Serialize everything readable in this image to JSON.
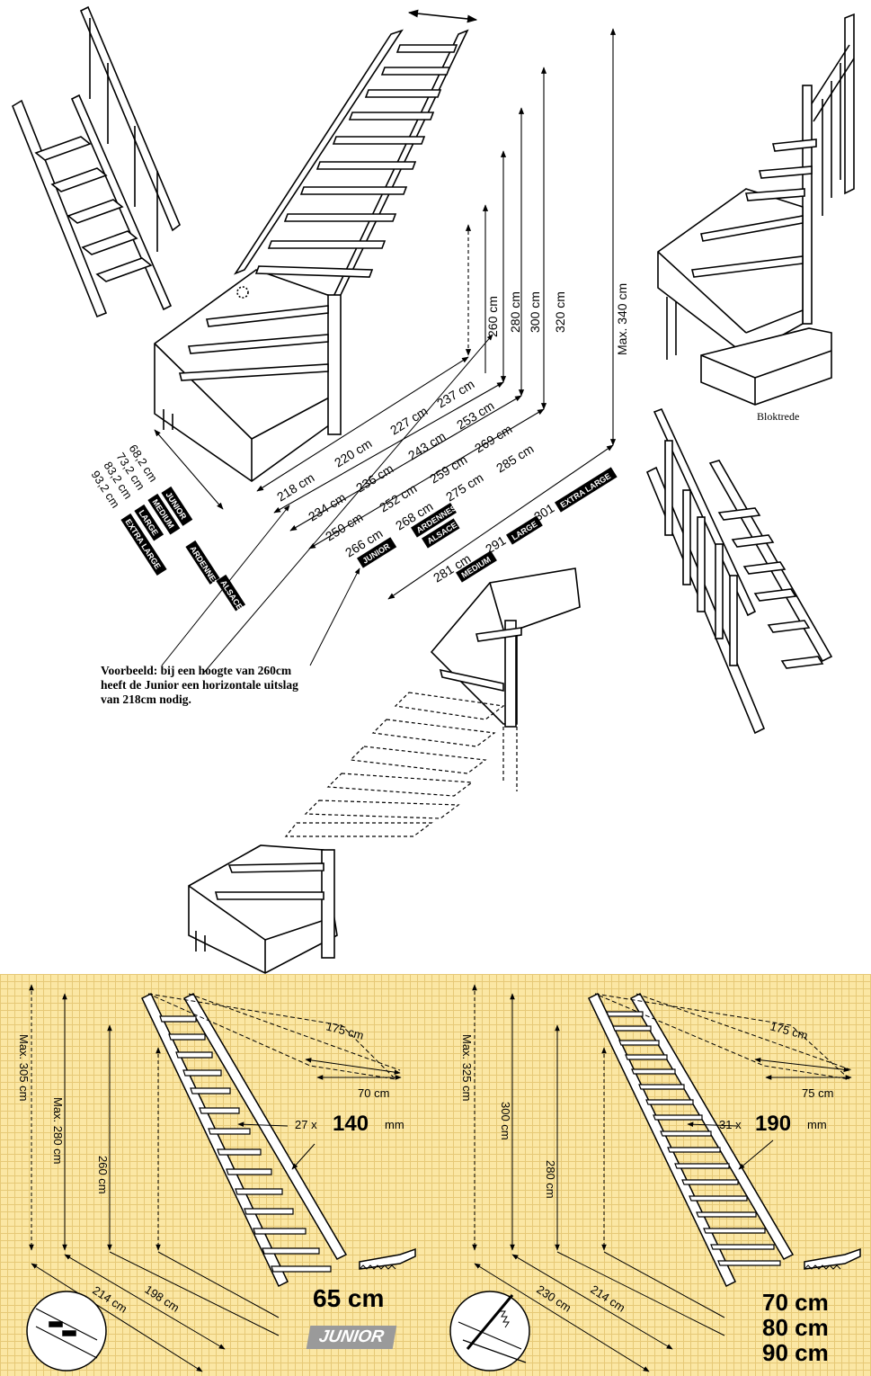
{
  "stair_heights": {
    "junior": "260 cm",
    "medium": "280 cm",
    "large": "300 cm",
    "extra_large": "320 cm",
    "max": "Max. 340 cm"
  },
  "stair_widths": [
    "68,2 cm",
    "73,2 cm",
    "83,2 cm",
    "93,2 cm"
  ],
  "width_models": [
    "JUNIOR",
    "MEDIUM",
    "LARGE",
    "EXTRA LARGE"
  ],
  "side_models": [
    "ARDENNES",
    "ALSACE"
  ],
  "horizontal_rows": [
    [
      "218 cm",
      "220 cm",
      "227 cm",
      "237 cm"
    ],
    [
      "234 cm",
      "236 cm",
      "243 cm",
      "253 cm"
    ],
    [
      "250 cm",
      "252 cm",
      "259 cm",
      "269 cm"
    ],
    [
      "266 cm",
      "268 cm",
      "275 cm",
      "285 cm"
    ],
    [
      "281 cm",
      "291 cm",
      "301 cm"
    ]
  ],
  "horizontal_badges": [
    "JUNIOR",
    "ARDENNES",
    "ALSACE",
    "MEDIUM",
    "LARGE",
    "EXTRA LARGE"
  ],
  "example_note": [
    "Voorbeeld: bij een hoogte van 260cm",
    "heeft de Junior een horizontale uitslag",
    "van 218cm nodig."
  ],
  "bloktrede_label": "Bloktrede",
  "ladder_left": {
    "max_outer": "Max. 305 cm",
    "max_inner": "Max. 280 cm",
    "height": "260 cm",
    "opening_length": "175 cm",
    "opening_width": "70 cm",
    "tread_count": "27 x",
    "tread_depth": "140",
    "tread_unit": "mm",
    "run_outer": "214 cm",
    "run_inner": "198 cm",
    "width": "65 cm",
    "model": "JUNIOR"
  },
  "ladder_right": {
    "max_outer": "Max. 325 cm",
    "height_outer": "300 cm",
    "height_inner": "280 cm",
    "opening_length": "175 cm",
    "opening_width": "75 cm",
    "tread_count": "31 x",
    "tread_depth": "190",
    "tread_unit": "mm",
    "run_outer": "230 cm",
    "run_inner": "214 cm",
    "widths": [
      "70 cm",
      "80 cm",
      "90 cm"
    ]
  },
  "colors": {
    "ink": "#000000",
    "panel_bg": "#fbe7a4",
    "grid": "#e6c977",
    "badge": "#9a9a9a"
  }
}
